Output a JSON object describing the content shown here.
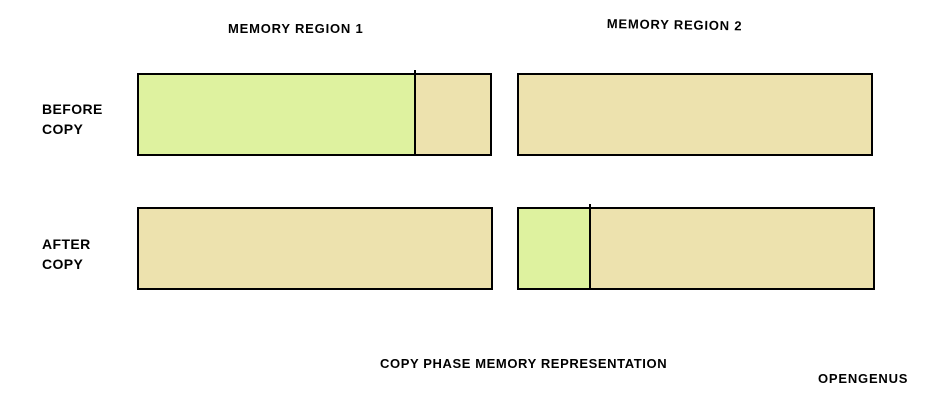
{
  "titles": {
    "region1": "MEMORY REGION 1",
    "region2": "MEMORY REGION 2"
  },
  "rows": {
    "before": {
      "label_line1": "BEFORE",
      "label_line2": "COPY"
    },
    "after": {
      "label_line1": "AFTER",
      "label_line2": "COPY"
    }
  },
  "caption": "COPY PHASE MEMORY REPRESENTATION",
  "brand": "OPENGENUS",
  "colors": {
    "occupied_green": "#def29f",
    "free_tan": "#ede2ae",
    "border_black": "#000000",
    "background_white": "#ffffff"
  },
  "blocks": {
    "before_region1": {
      "divider_left": "78.5%",
      "segments": [
        {
          "kind": "occupied",
          "color": "#def29f",
          "width": "78.5%"
        },
        {
          "kind": "free",
          "color": "#ede2ae",
          "width": "21.5%"
        }
      ]
    },
    "before_region2": {
      "segments": [
        {
          "kind": "free",
          "color": "#ede2ae",
          "width": "100%"
        }
      ]
    },
    "after_region1": {
      "segments": [
        {
          "kind": "free",
          "color": "#ede2ae",
          "width": "100%"
        }
      ]
    },
    "after_region2": {
      "divider_left": "20.1%",
      "segments": [
        {
          "kind": "occupied",
          "color": "#def29f",
          "width": "20.1%"
        },
        {
          "kind": "free",
          "color": "#ede2ae",
          "width": "79.9%"
        }
      ]
    }
  }
}
